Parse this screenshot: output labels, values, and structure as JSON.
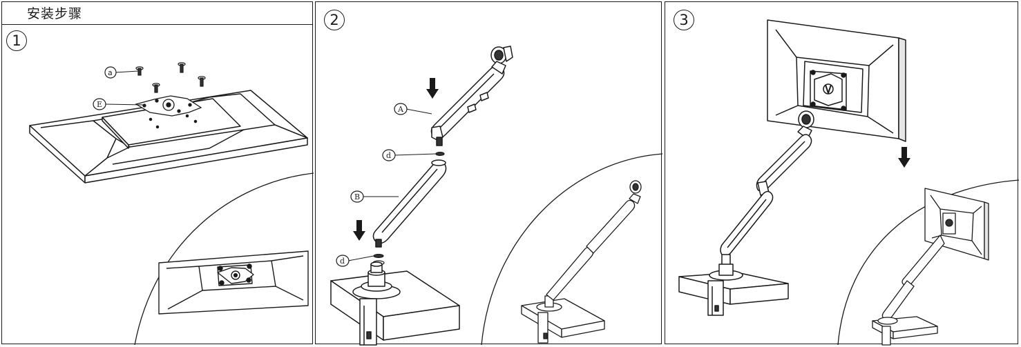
{
  "header": {
    "title": "安装步骤"
  },
  "steps": [
    {
      "number": "1"
    },
    {
      "number": "2"
    },
    {
      "number": "3"
    }
  ],
  "callouts": {
    "screw": "a",
    "plate": "E",
    "upper_arm": "A",
    "lower_arm": "B",
    "washer_upper": "d",
    "washer_lower": "d"
  },
  "icons": [
    "down-arrow-icon"
  ]
}
